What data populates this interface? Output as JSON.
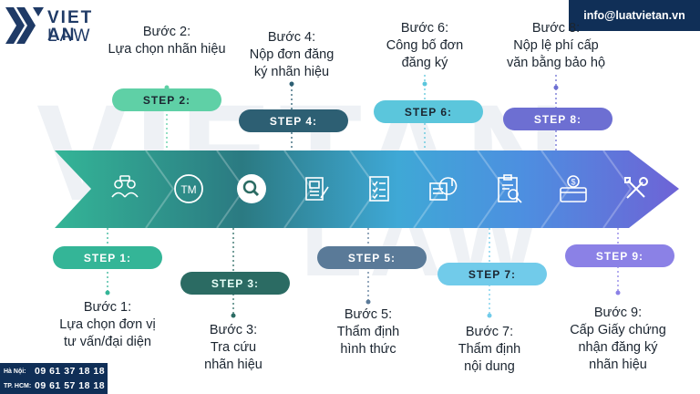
{
  "brand": {
    "name_line1": "VIET AN",
    "name_line2": "LAW",
    "watermark_line1": "VIETAN",
    "watermark_line2": "LAW"
  },
  "contact": {
    "email": "info@luatvietan.vn",
    "hanoi_label": "Hà Nội:",
    "hanoi_phone": "09 61 37 18 18",
    "hcm_label": "TP. HCM:",
    "hcm_phone": "09 61 57 18 18"
  },
  "steps": [
    {
      "pill": "STEP 1:",
      "title": "Bước 1:",
      "desc1": "Lựa chọn đơn vị",
      "desc2": "tư vấn/đại diện",
      "icon": "consultation-icon",
      "color": "#34b597"
    },
    {
      "pill": "STEP 2:",
      "title": "Bước 2:",
      "desc1": "Lựa chọn nhãn hiệu",
      "desc2": "",
      "icon": "trademark-icon",
      "color": "#5fd0a6"
    },
    {
      "pill": "STEP 3:",
      "title": "Bước 3:",
      "desc1": "Tra cứu",
      "desc2": "nhãn hiệu",
      "icon": "search-icon",
      "color": "#2b6b63"
    },
    {
      "pill": "STEP 4:",
      "title": "Bước 4:",
      "desc1": "Nộp đơn đăng",
      "desc2": "ký nhãn hiệu",
      "icon": "application-form-icon",
      "color": "#2d5f73"
    },
    {
      "pill": "STEP 5:",
      "title": "Bước 5:",
      "desc1": "Thẩm định",
      "desc2": "hình thức",
      "icon": "checklist-icon",
      "color": "#5a7a98"
    },
    {
      "pill": "STEP 6:",
      "title": "Bước 6:",
      "desc1": "Công bố đơn",
      "desc2": "đăng ký",
      "icon": "publish-chart-icon",
      "color": "#5bc6dc"
    },
    {
      "pill": "STEP 7:",
      "title": "Bước 7:",
      "desc1": "Thẩm định",
      "desc2": "nội dung",
      "icon": "clipboard-search-icon",
      "color": "#71cbea"
    },
    {
      "pill": "STEP 8:",
      "title": "Bước 8:",
      "desc1": "Nộp lệ phí cấp",
      "desc2": "văn bằng bảo hộ",
      "icon": "payment-card-icon",
      "color": "#6d6fd2"
    },
    {
      "pill": "STEP 9:",
      "title": "Bước 9:",
      "desc1": "Cấp Giấy chứng",
      "desc2": "nhận đăng ký",
      "desc3": "nhãn hiệu",
      "icon": "tools-icon",
      "color": "#8b81e6"
    }
  ]
}
